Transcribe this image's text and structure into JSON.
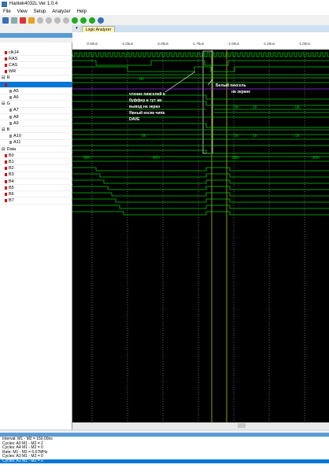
{
  "window": {
    "title": "Hantek4032L Ver 1.0.4"
  },
  "menu": [
    "File",
    "View",
    "Setup",
    "Analyzer",
    "Help"
  ],
  "tab": {
    "label": "Logic Analyzer"
  },
  "ruler": {
    "ticks": [
      "-2.50us",
      "-2.25us",
      "-2.00us",
      "-1.75us",
      "-1.50us",
      "-1.25us",
      "-1.00us"
    ]
  },
  "signals": [
    {
      "label": "clk14",
      "type": "ch"
    },
    {
      "label": "RAS",
      "type": "ch"
    },
    {
      "label": "CAS",
      "type": "ch"
    },
    {
      "label": "WR",
      "type": "ch"
    },
    {
      "label": "R",
      "type": "group"
    },
    {
      "label": "",
      "type": "selected"
    },
    {
      "label": "A5",
      "type": "sub"
    },
    {
      "label": "A6",
      "type": "sub"
    },
    {
      "label": "G",
      "type": "group"
    },
    {
      "label": "A7",
      "type": "sub"
    },
    {
      "label": "A8",
      "type": "sub"
    },
    {
      "label": "A9",
      "type": "sub"
    },
    {
      "label": "B",
      "type": "group"
    },
    {
      "label": "A10",
      "type": "sub"
    },
    {
      "label": "A11",
      "type": "sub"
    },
    {
      "label": "Data",
      "type": "group"
    },
    {
      "label": "B0",
      "type": "ch"
    },
    {
      "label": "B1",
      "type": "ch"
    },
    {
      "label": "B2",
      "type": "ch"
    },
    {
      "label": "B3",
      "type": "ch"
    },
    {
      "label": "B4",
      "type": "ch"
    },
    {
      "label": "B5",
      "type": "ch"
    },
    {
      "label": "B6",
      "type": "ch"
    },
    {
      "label": "B7",
      "type": "ch"
    }
  ],
  "bus_values": {
    "r_left": "0h",
    "r_right_a": "0h",
    "r_right_b": "1h",
    "r_right_c": "0h",
    "b_left": "0h",
    "b_right_a": "0h",
    "b_right_b": "1h",
    "b_right_c": "0h",
    "data_a": "0Eh",
    "data_b": "A2h",
    "data_c": "0Eh",
    "data_d": "A2h"
  },
  "annotations": {
    "note_left": [
      "чтение пикселей в",
      "буффер и тут же",
      "вывод на экран",
      "Явный косяк чипа",
      "DAVE"
    ],
    "note_right": [
      "Белый пиксель",
      "на экране"
    ]
  },
  "status": [
    "Interval: M1 - M2 = 150.00ns",
    "Cycles: A0  M1 - M2 = 2",
    "Cycles: A4  M1 - M2 = 0",
    "Rate: M1 - M2 = 6.67MHz",
    "Cycles: A3  M1 - M2 = 0",
    "Cycles: A1  M1 - M2 = 0"
  ],
  "colors": {
    "wave": "#00cc00",
    "selected_bus": "#9b30ff",
    "marker": "#ffff00"
  }
}
